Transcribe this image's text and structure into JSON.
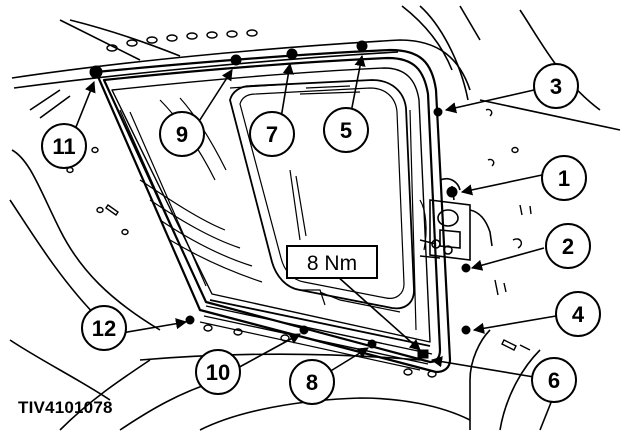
{
  "figure_id": "TIV4101078",
  "torque_label": "8 Nm",
  "callouts": [
    "1",
    "2",
    "3",
    "4",
    "5",
    "6",
    "7",
    "8",
    "9",
    "10",
    "11",
    "12"
  ],
  "colors": {
    "ink": "#000000",
    "paper": "#ffffff"
  }
}
